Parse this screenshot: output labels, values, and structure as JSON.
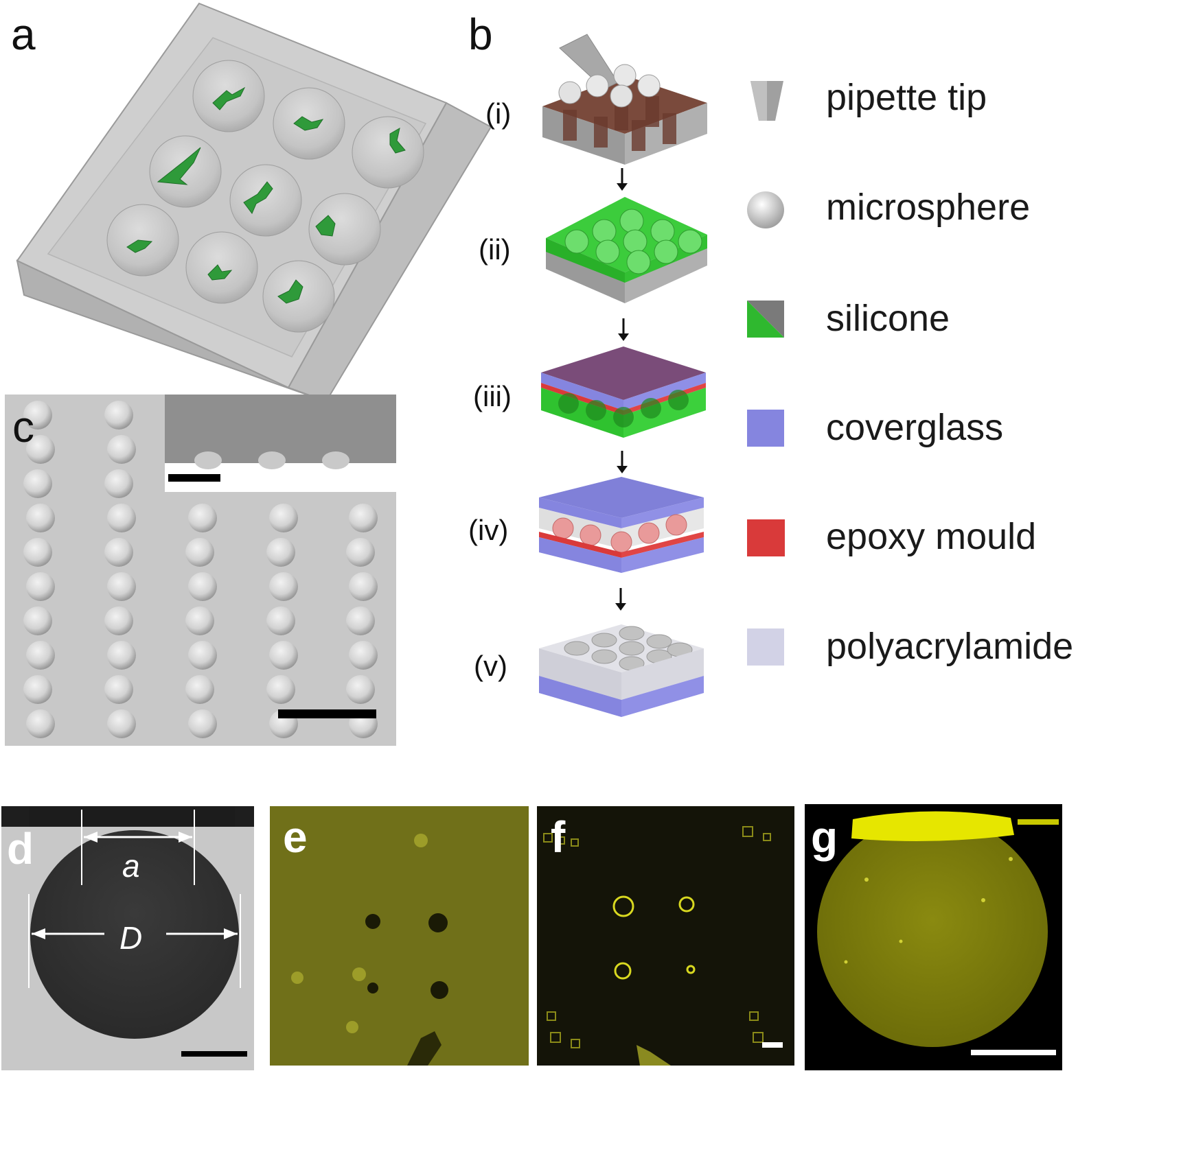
{
  "panels": {
    "a": "a",
    "b": "b",
    "c": "c",
    "d": "d",
    "e": "e",
    "f": "f",
    "g": "g"
  },
  "steps": [
    "(i)",
    "(ii)",
    "(iii)",
    "(iv)",
    "(v)"
  ],
  "legend": [
    {
      "label": "pipette tip",
      "icon": "pipette-tip-icon"
    },
    {
      "label": "microsphere",
      "icon": "microsphere-icon"
    },
    {
      "label": "silicone",
      "icon": "silicone-swatch-icon"
    },
    {
      "label": "coverglass",
      "icon": "coverglass-swatch-icon"
    },
    {
      "label": "epoxy mould",
      "icon": "epoxy-mould-swatch-icon"
    },
    {
      "label": "polyacrylamide",
      "icon": "polyacrylamide-swatch-icon"
    }
  ],
  "annotations": {
    "a_label": "a",
    "D_label": "D"
  },
  "colors": {
    "silicone_green": "#2fc22f",
    "silicone_gray": "#7a7a7a",
    "coverglass": "#8585df",
    "epoxy": "#d93a3a",
    "polyacrylamide": "#d2d2e6",
    "fluorescence_yellow": "#e6e600",
    "cell_green": "#2f9a3a"
  }
}
